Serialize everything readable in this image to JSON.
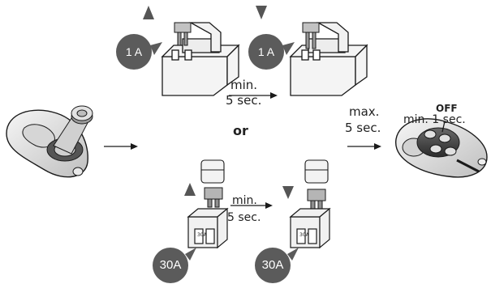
{
  "diagram": {
    "fuse_1a_label_a": "1 A",
    "fuse_1a_label_b": "1 A",
    "fuse_30a_label_a": "30A",
    "fuse_30a_label_b": "30A",
    "top_wait_line1": "min.",
    "top_wait_line2": "5 sec.",
    "bottom_wait_line1": "min.",
    "bottom_wait_line2": "5 sec.",
    "or_label": "or",
    "max_wait_line1": "max.",
    "max_wait_line2": "5 sec.",
    "off_label": "OFF",
    "off_hold_label": "min. 1 sec.",
    "fuse_30a_small_text_left": "30A",
    "fuse_30a_small_text_right": "30A"
  },
  "colors": {
    "badge_fill": "#5b5b5b",
    "line": "#1a1a1a",
    "fuse_grey": "#b9b9b9",
    "box_grey": "#f2f2f2",
    "triangle": "#555555"
  }
}
